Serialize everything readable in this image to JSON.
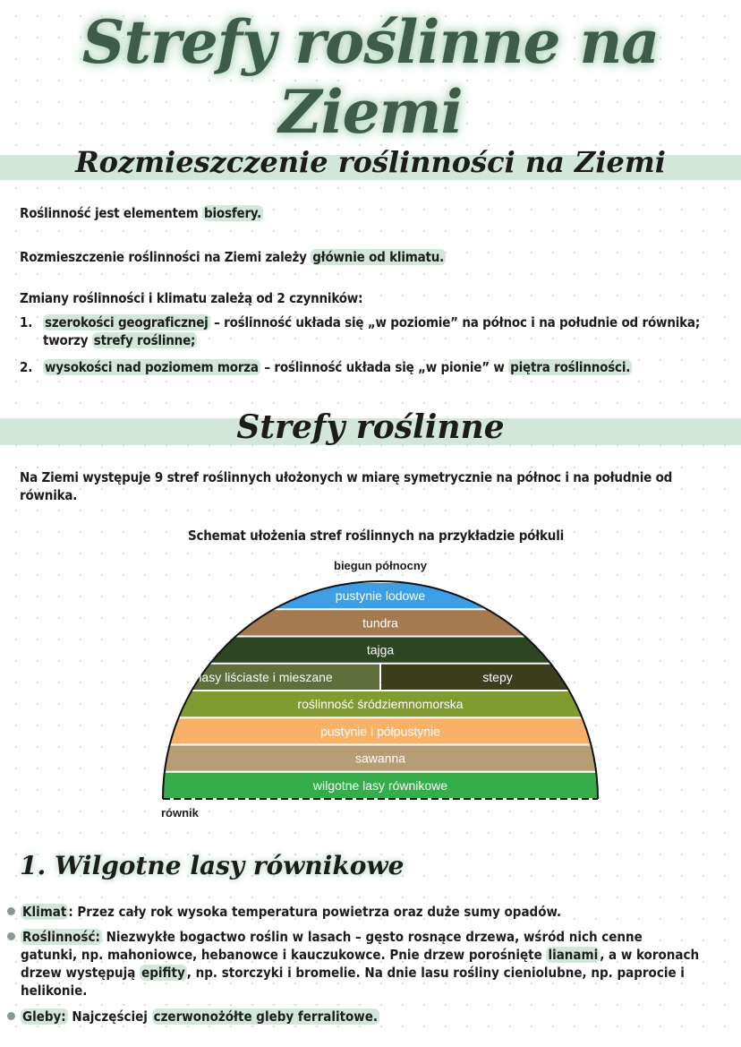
{
  "title": "Strefy roślinne na Ziemi",
  "section1": {
    "heading": "Rozmieszczenie roślinności na Ziemi",
    "p1_text": "Roślinność jest elementem ",
    "p1_hl": "biosfery.",
    "p2_text": "Rozmieszczenie roślinności na Ziemi zależy ",
    "p2_hl": "głównie od klimatu.",
    "p3": "Zmiany roślinności i klimatu zależą od 2 czynników:",
    "items": [
      {
        "num": "1.",
        "hl": "szerokości geograficznej",
        "text": " – roślinność układa się „w poziomie” na północ i na południe od równika;",
        "line2_text": "tworzy ",
        "line2_hl": "strefy roślinne;"
      },
      {
        "num": "2.",
        "hl": "wysokości nad poziomem morza",
        "text": " – roślinność układa się „w pionie” w ",
        "hl2": "piętra roślinności."
      }
    ]
  },
  "section2": {
    "heading": "Strefy roślinne",
    "intro_line1": "Na Ziemi występuje 9 stref roślinnych ułożonych w miarę symetrycznie na północ i na południe od",
    "intro_line2": "równika."
  },
  "diagram": {
    "caption": "Schemat ułożenia stref roślinnych na przykładzie półkuli",
    "top_label": "biegun północny",
    "bottom_label": "równik",
    "zones": [
      {
        "label": "pustynie lodowe",
        "color": "#3c9fe6"
      },
      {
        "label": "tundra",
        "color": "#a67a50"
      },
      {
        "label": "tajga",
        "color": "#2e4521"
      },
      {
        "label": "lasy liściaste i mieszane",
        "color": "#5e6f3b",
        "split_label": "stepy",
        "split_color": "#3b3d1d"
      },
      {
        "label": "roślinność śródziemnomorska",
        "color": "#809b30"
      },
      {
        "label": "pustynie i półpustynie",
        "color": "#f7b267"
      },
      {
        "label": "sawanna",
        "color": "#b59d75"
      },
      {
        "label": "wilgotne lasy równikowe",
        "color": "#35ad4b"
      }
    ]
  },
  "section3": {
    "heading": "1. Wilgotne lasy równikowe",
    "bullets": {
      "klimat_key": "Klimat",
      "klimat_text": ": Przez cały rok wysoka temperatura powietrza oraz duże sumy opadów.",
      "rosl_key": "Roślinność:",
      "rosl_1": " Niezwykłe bogactwo roślin w lasach – gęsto rosnące drzewa, wśród nich cenne",
      "rosl_2a": "gatunki, np. mahoniowce, hebanowce i kauczukowce. Pnie drzew porośnięte ",
      "rosl_2hl": "lianami",
      "rosl_2b": ", a w koronach",
      "rosl_3a": "drzew występują ",
      "rosl_3hl": "epifity",
      "rosl_3b": ", np. storczyki i bromelie. Na dnie lasu rośliny cieniolubne, np. paprocie i",
      "rosl_4": "helikonie.",
      "gleby_key": "Gleby:",
      "gleby_text": " Najczęściej ",
      "gleby_hl": "czerwonożółte gleby ferralitowe."
    }
  }
}
